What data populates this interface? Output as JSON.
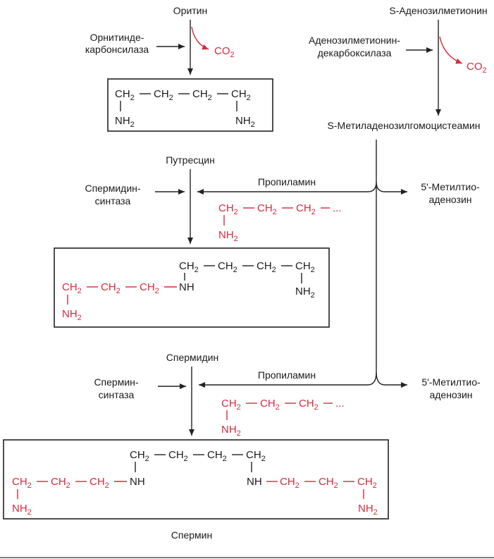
{
  "labels": {
    "ornithine": "Оритин",
    "ornithine_decarboxylase_1": "Орнитинде-",
    "ornithine_decarboxylase_2": "карбонсилаза",
    "co2_1": "CO",
    "co2_2": "CO",
    "co2_sub": "2",
    "sam": "S-Аденозилметионин",
    "sam_decarboxylase_1": "Аденозилметионин-",
    "sam_decarboxylase_2": "декарбоксилаза",
    "dcsam": "S-Метиладенозилгомоцистеамин",
    "putrescine": "Путресцин",
    "spermidine_synthase_1": "Спермидин-",
    "spermidine_synthase_2": "синтаза",
    "propylamine_1": "Пропиламин",
    "propylamine_2": "Пропиламин",
    "mta_1a": "5'-Метилтио-",
    "mta_1b": "аденозин",
    "mta_2a": "5'-Метилтио-",
    "mta_2b": "аденозин",
    "spermidine": "Спермидин",
    "spermine_synthase_1": "Спермин-",
    "spermine_synthase_2": "синтаза",
    "spermine": "Спермин"
  },
  "chem": {
    "ch2": "CH",
    "nh2": "NH",
    "nh": "NH",
    "sub2": "2",
    "ellipsis": "..."
  },
  "colors": {
    "red": "#d42a3c",
    "black": "#1a1a1a"
  }
}
